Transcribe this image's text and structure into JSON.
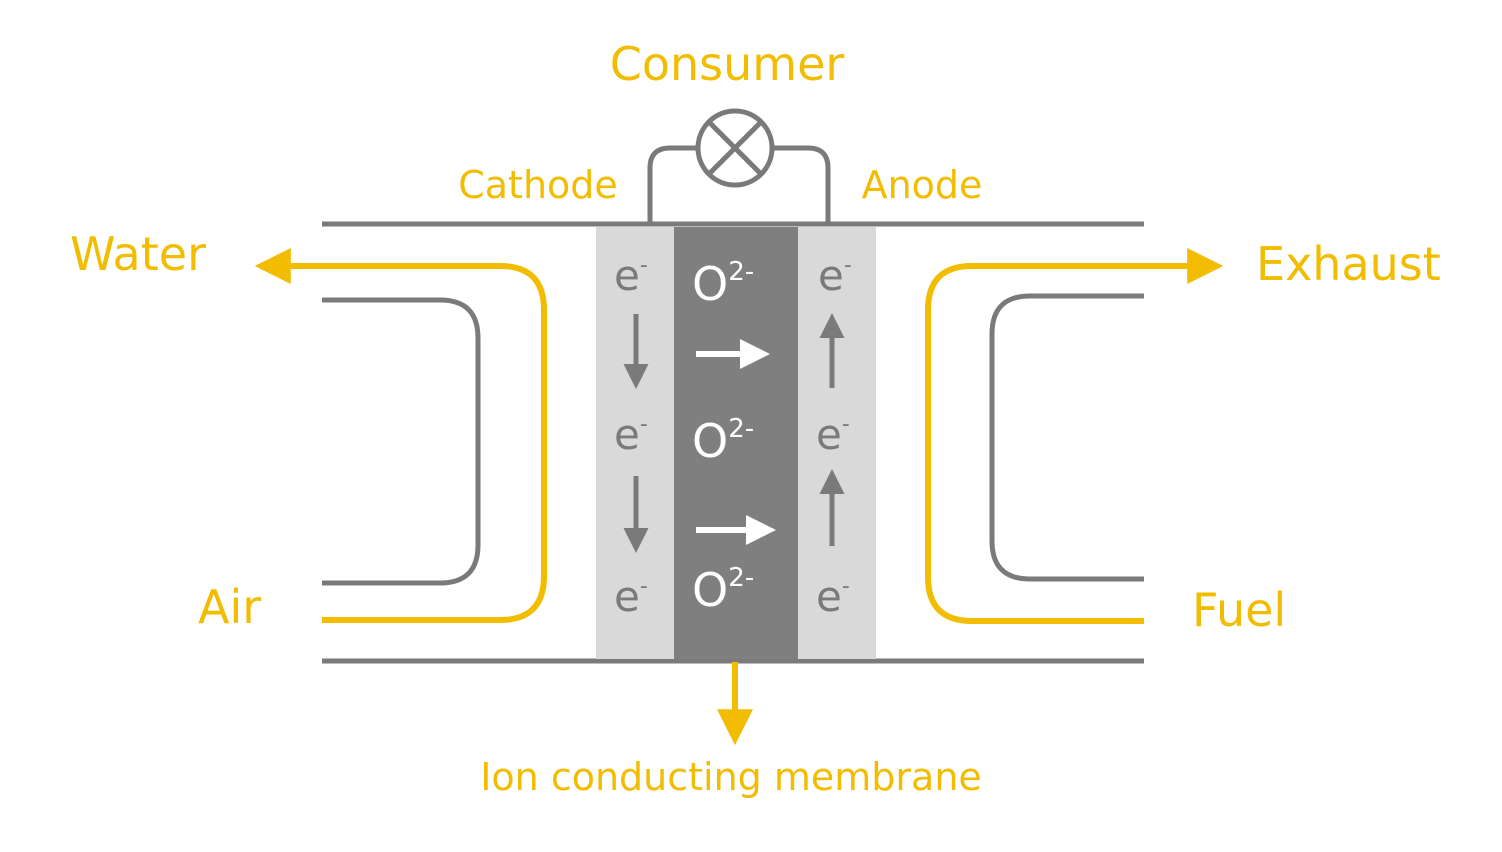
{
  "colors": {
    "accent": "#f2bd00",
    "line_grey": "#7a7a7a",
    "electrode_fill": "#d9d9d9",
    "membrane_fill": "#7f7f7f",
    "ion_text": "#ffffff"
  },
  "labels": {
    "consumer": "Consumer",
    "cathode": "Cathode",
    "anode": "Anode",
    "water": "Water",
    "exhaust": "Exhaust",
    "air": "Air",
    "fuel": "Fuel",
    "membrane": "Ion conducting membrane"
  },
  "symbols": {
    "electron_base": "e",
    "electron_sup": "-",
    "ion_base": "O",
    "ion_sup": "2-"
  },
  "icons": {
    "consumer": "lamp-icon",
    "flow": "arrow-icon"
  }
}
